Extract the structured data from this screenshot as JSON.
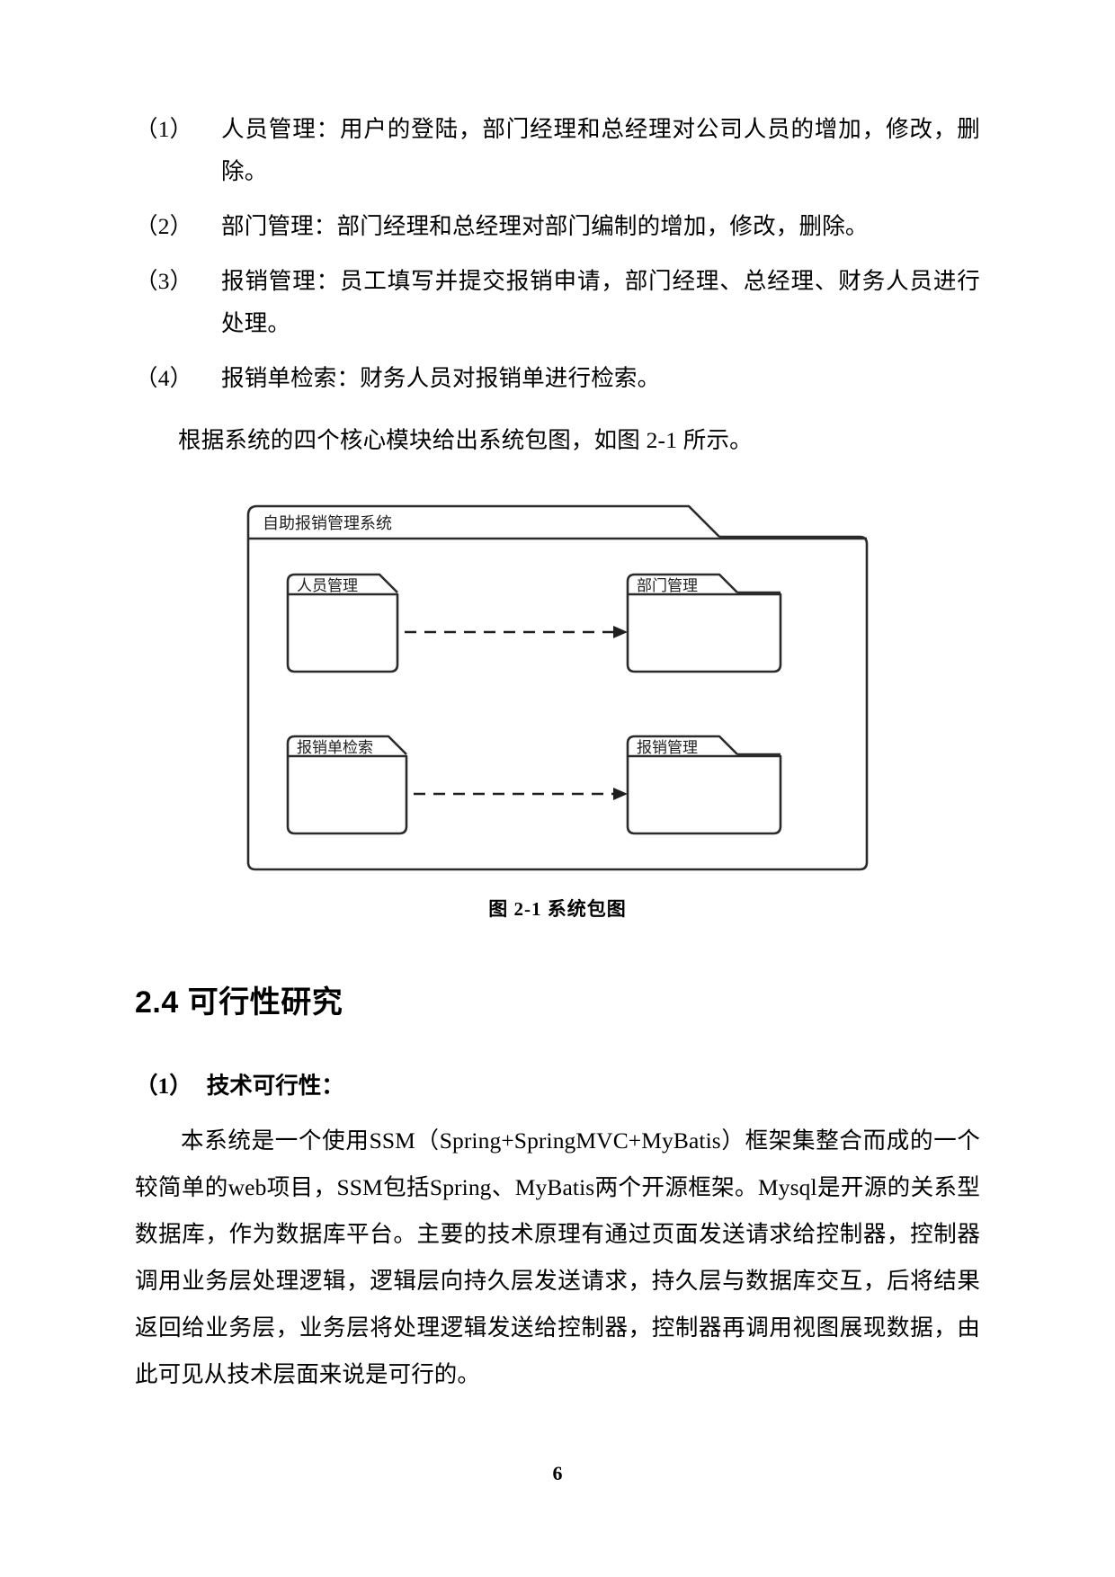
{
  "document": {
    "page_number": "6"
  },
  "list": {
    "items": [
      {
        "marker": "（1）",
        "text": "人员管理：用户的登陆，部门经理和总经理对公司人员的增加，修改，删除。"
      },
      {
        "marker": "（2）",
        "text": "部门管理：部门经理和总经理对部门编制的增加，修改，删除。"
      },
      {
        "marker": "（3）",
        "text": "报销管理：员工填写并提交报销申请，部门经理、总经理、财务人员进行处理。"
      },
      {
        "marker": "（4）",
        "text": "报销单检索：财务人员对报销单进行检索。"
      }
    ],
    "lead_paragraph": "根据系统的四个核心模块给出系统包图，如图 2-1 所示。"
  },
  "figure": {
    "caption": "图 2-1  系统包图",
    "outer_package": "自助报销管理系统",
    "packages": [
      {
        "id": "person",
        "label": "人员管理"
      },
      {
        "id": "department",
        "label": "部门管理"
      },
      {
        "id": "search",
        "label": "报销单检索"
      },
      {
        "id": "reimburse",
        "label": "报销管理"
      }
    ],
    "dependencies": [
      {
        "from": "人员管理",
        "to": "部门管理"
      },
      {
        "from": "报销单检索",
        "to": "报销管理"
      }
    ],
    "stroke_color": "#2b2b2b"
  },
  "section": {
    "heading": "2.4 可行性研究",
    "sub_items": [
      {
        "marker": "（1）",
        "label": "技术可行性："
      }
    ],
    "body": "本系统是一个使用SSM（Spring+SpringMVC+MyBatis）框架集整合而成的一个较简单的web项目，SSM包括Spring、MyBatis两个开源框架。Mysql是开源的关系型数据库，作为数据库平台。主要的技术原理有通过页面发送请求给控制器，控制器调用业务层处理逻辑，逻辑层向持久层发送请求，持久层与数据库交互，后将结果返回给业务层，业务层将处理逻辑发送给控制器，控制器再调用视图展现数据，由此可见从技术层面来说是可行的。"
  }
}
